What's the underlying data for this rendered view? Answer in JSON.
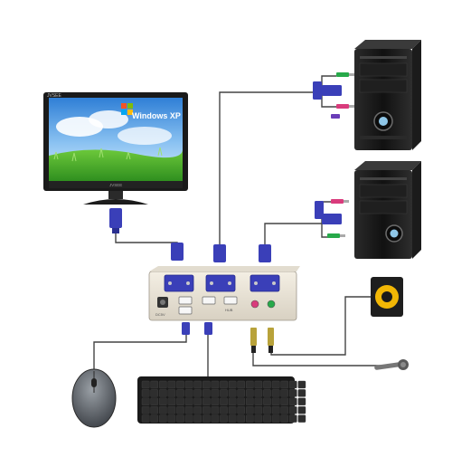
{
  "monitor": {
    "brand": "JVSEE",
    "screen_text": "Windows XP",
    "bezel_label": "JVSEE"
  },
  "kvm": {
    "label_dc": "DC5V",
    "label_hub": "HUB"
  },
  "colors": {
    "cable": "#444444",
    "vga_blue": "#3a3fb8",
    "audio_green": "#27a94a",
    "audio_pink": "#d93b7c",
    "speaker_yellow": "#f2b705",
    "kvm_body": "#ece7db"
  },
  "icons": {
    "monitor": "monitor-icon",
    "pc": "pc-tower-icon",
    "speaker": "speaker-icon",
    "microphone": "microphone-icon",
    "mouse": "mouse-icon",
    "keyboard": "keyboard-icon",
    "kvm": "kvm-switch-icon"
  }
}
